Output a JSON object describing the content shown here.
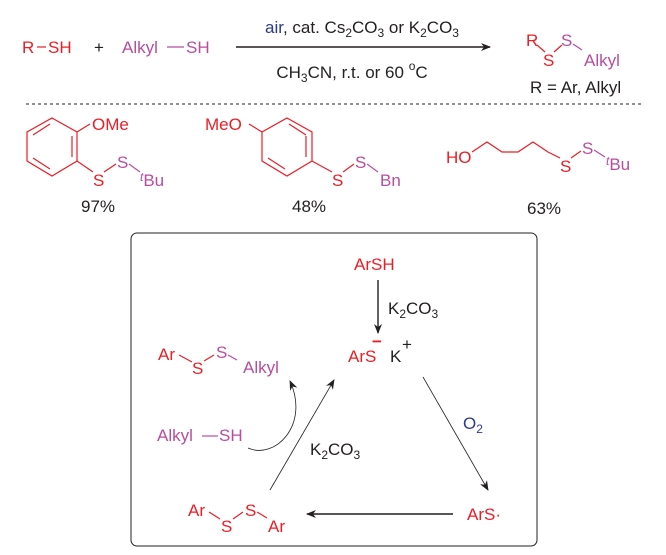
{
  "colors": {
    "red": "#ee1c25",
    "magenta": "#b84c9e",
    "blue": "#2b3990",
    "black": "#231f20"
  },
  "reaction": {
    "r1_R": "R",
    "r1_SH": "SH",
    "plus": "+",
    "r2_alkyl": "Alkyl",
    "r2_SH": "SH",
    "above": [
      "air",
      ", cat. Cs",
      "2",
      "CO",
      "3",
      " or K",
      "2",
      "CO",
      "3"
    ],
    "below": [
      "CH",
      "3",
      "CN, r.t. or 60 ",
      "o",
      "C"
    ],
    "product": {
      "R": "R",
      "S1": "S",
      "S2": "S",
      "alkyl": "Alkyl"
    },
    "r_def": "R = Ar, Alkyl"
  },
  "examples": [
    {
      "substituent": "OMe",
      "S1": "S",
      "S2": "S",
      "t": "t",
      "group": "Bu",
      "yield": "97%"
    },
    {
      "substituent": "MeO",
      "S1": "S",
      "S2": "S",
      "group": "Bn",
      "yield": "48%"
    },
    {
      "substituent": "HO",
      "S1": "S",
      "S2": "S",
      "t": "t",
      "group": "Bu",
      "yield": "63%"
    }
  ],
  "mechanism": {
    "arsh": "ArSH",
    "k2co3_top": [
      "K",
      "2",
      "CO",
      "3"
    ],
    "thiolate": {
      "ArS": "ArS",
      "minus": "−",
      "K": "K",
      "plus": "+"
    },
    "o2": [
      "O",
      "2"
    ],
    "radical": "ArS·",
    "diaryl": {
      "Ar1": "Ar",
      "S1": "S",
      "S2": "S",
      "Ar2": "Ar"
    },
    "k2co3_mid": [
      "K",
      "2",
      "CO",
      "3"
    ],
    "alkylsh": {
      "alkyl": "Alkyl",
      "SH": "SH"
    },
    "product": {
      "Ar": "Ar",
      "S1": "S",
      "S2": "S",
      "alkyl": "Alkyl"
    }
  }
}
